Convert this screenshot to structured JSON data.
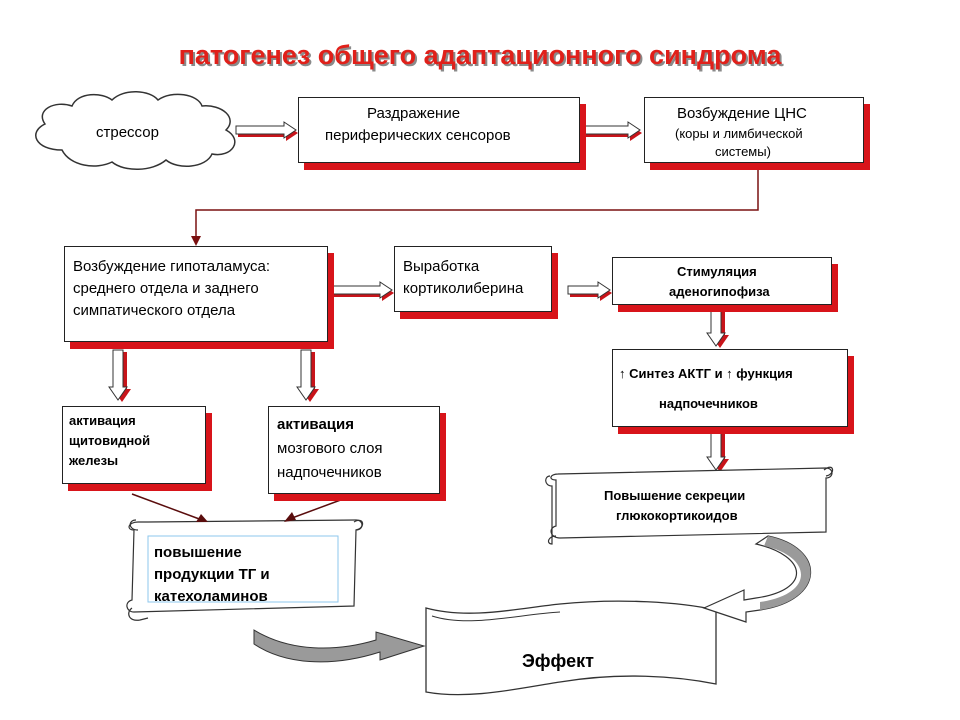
{
  "title": "патогенез общего адаптационного синдрома",
  "nodes": {
    "stressor": "стрессор",
    "irritation": [
      "Раздражение",
      "периферических сенсоров"
    ],
    "cns": [
      "Возбуждение ЦНС",
      "(коры и лимбической",
      "системы)"
    ],
    "hypothalamus": [
      "Возбуждение гипоталамуса:",
      "среднего отдела  и заднего",
      "симпатического отдела"
    ],
    "corticoliberin": [
      "Выработка",
      "кортиколиберина"
    ],
    "adenohypophysis": [
      "Стимуляция",
      "аденогипофиза"
    ],
    "acth": [
      "↑ Синтез АКТГ и ↑ функция",
      "надпочечников"
    ],
    "thyroid": [
      "активация",
      "щитовидной",
      "железы"
    ],
    "medulla": [
      "активация",
      "мозгового слоя",
      "надпочечников"
    ],
    "glucocorticoids": [
      "Повышение секреции",
      "глюкокортикоидов"
    ],
    "production": [
      "повышение",
      "продукции  ТГ и",
      "катехоламинов"
    ],
    "effect": "Эффект"
  },
  "colors": {
    "title": "#e0201a",
    "shadow": "#d8141a",
    "arrow_fill": "#ffffff",
    "arrow_shade": "#c8141a"
  }
}
